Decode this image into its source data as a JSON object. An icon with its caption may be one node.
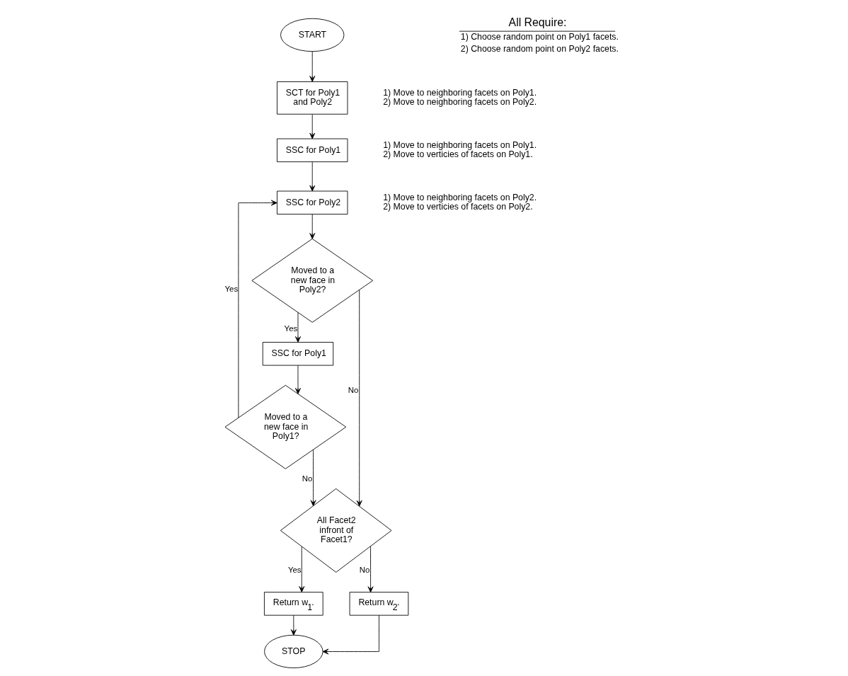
{
  "diagram": {
    "nodes": [
      {
        "text": [
          "START"
        ]
      },
      {
        "text": [
          "SCT for Poly1 and Poly2"
        ],
        "beside": [
          "1) Move to neighboring facets on Poly1.",
          "2) Move to neighboring facets on Poly2."
        ]
      },
      {
        "text": [
          "SSC for Poly1"
        ],
        "beside": [
          "1) Move to neighboring facets on Poly1.",
          "2) Move to verticies of facets on Poly1."
        ]
      },
      {
        "text": [
          "SSC for Poly2"
        ],
        "beside": [
          "1) Move to neighboring facets on Poly2.",
          "2) Move to verticies of facets on Poly2."
        ]
      },
      {
        "text": [
          "Moved to a new face in Poly2?"
        ]
      },
      {
        "text": [
          "SSC for Poly1"
        ]
      },
      {
        "text": [
          "Moved to a new face in Poly1?"
        ]
      },
      {
        "text": [
          "All Facet2 infront of Facet1?"
        ]
      },
      {
        "text": [
          "Return w$_{1}$."
        ]
      },
      {
        "text": [
          "STOP"
        ]
      },
      {
        "text": [
          "Return w$_{2}$."
        ]
      }
    ],
    "edges": [
      {
        "from": 0,
        "to": 1,
        "arrow": "to"
      },
      {
        "from": 1,
        "to": 2,
        "arrow": "to"
      },
      {
        "from": 2,
        "to": 3,
        "arrow": "to"
      },
      {
        "from": 3,
        "to": 4,
        "arrow": "to"
      },
      {
        "from": 4,
        "to": 5,
        "arrow": "to",
        "label": "Yes"
      },
      {
        "from": 4,
        "to": 7,
        "arrow": "to",
        "label": "No"
      },
      {
        "from": 5,
        "to": 6,
        "arrow": "to"
      },
      {
        "from": 6,
        "to": 7,
        "arrow": "to",
        "label": "No"
      },
      {
        "from": 6,
        "to": 3,
        "arrow": "to",
        "label": "Yes"
      },
      {
        "from": 7,
        "to": 8,
        "arrow": "to",
        "label": "Yes"
      },
      {
        "from": 7,
        "to": 10,
        "arrow": "to",
        "label": "No"
      },
      {
        "from": 8,
        "to": 9,
        "arrow": "to"
      },
      {
        "from": 10,
        "to": 9,
        "arrow": "to"
      }
    ],
    "labels": [
      "All Require:",
      "1) Choose random point on Poly1 facets.",
      "2) Choose random point on Poly2 facets."
    ]
  }
}
